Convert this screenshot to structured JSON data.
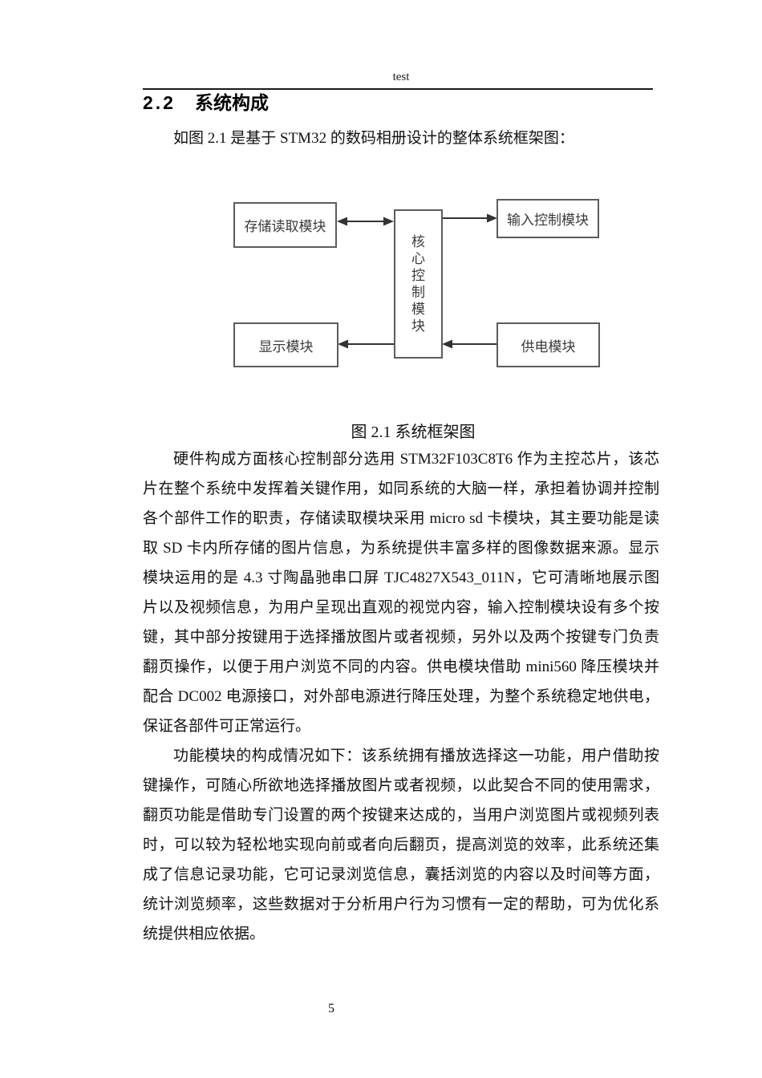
{
  "header": {
    "title": "test"
  },
  "section": {
    "number": "2.2",
    "title": "系统构成"
  },
  "intro": "如图 2.1 是基于 STM32 的数码相册设计的整体系统框架图：",
  "figure": {
    "type": "block-diagram",
    "caption": "图 2.1 系统框架图",
    "nodes": {
      "storage": "存储读取模块",
      "input_control": "输入控制模块",
      "core_control": "核心控制模块",
      "display": "显示模块",
      "power": "供电模块"
    },
    "edges": [
      {
        "from": "storage",
        "to": "core_control",
        "direction": "bidirectional"
      },
      {
        "from": "core_control",
        "to": "input_control",
        "direction": "one-way"
      },
      {
        "from": "core_control",
        "to": "display",
        "direction": "one-way"
      },
      {
        "from": "power",
        "to": "core_control",
        "direction": "one-way"
      }
    ]
  },
  "paragraphs": [
    {
      "lines": [
        "硬件构成方面核心控制部分选用 STM32F103C8T6 作为主控芯片，该芯",
        "片在整个系统中发挥着关键作用，如同系统的大脑一样，承担着协调并控制",
        "各个部件工作的职责，存储读取模块采用 micro sd 卡模块，其主要功能是读",
        "取 SD 卡内所存储的图片信息，为系统提供丰富多样的图像数据来源。显示",
        "模块运用的是 4.3 寸陶晶驰串口屏 TJC4827X543_011N，它可清晰地展示图",
        "片以及视频信息，为用户呈现出直观的视觉内容，输入控制模块设有多个按",
        "键，其中部分按键用于选择播放图片或者视频，另外以及两个按键专门负责",
        "翻页操作，以便于用户浏览不同的内容。供电模块借助 mini560 降压模块并",
        "配合 DC002 电源接口，对外部电源进行降压处理，为整个系统稳定地供电，",
        "保证各部件可正常运行。"
      ]
    },
    {
      "lines": [
        "功能模块的构成情况如下：该系统拥有播放选择这一功能，用户借助按",
        "键操作，可随心所欲地选择播放图片或者视频，以此契合不同的使用需求，",
        "翻页功能是借助专门设置的两个按键来达成的，当用户浏览图片或视频列表",
        "时，可以较为轻松地实现向前或者向后翻页，提高浏览的效率，此系统还集",
        "成了信息记录功能，它可记录浏览信息，囊括浏览的内容以及时间等方面，",
        "统计浏览频率，这些数据对于分析用户行为习惯有一定的帮助，可为优化系",
        "统提供相应依据。"
      ]
    }
  ],
  "footer": {
    "page_number": "5"
  }
}
